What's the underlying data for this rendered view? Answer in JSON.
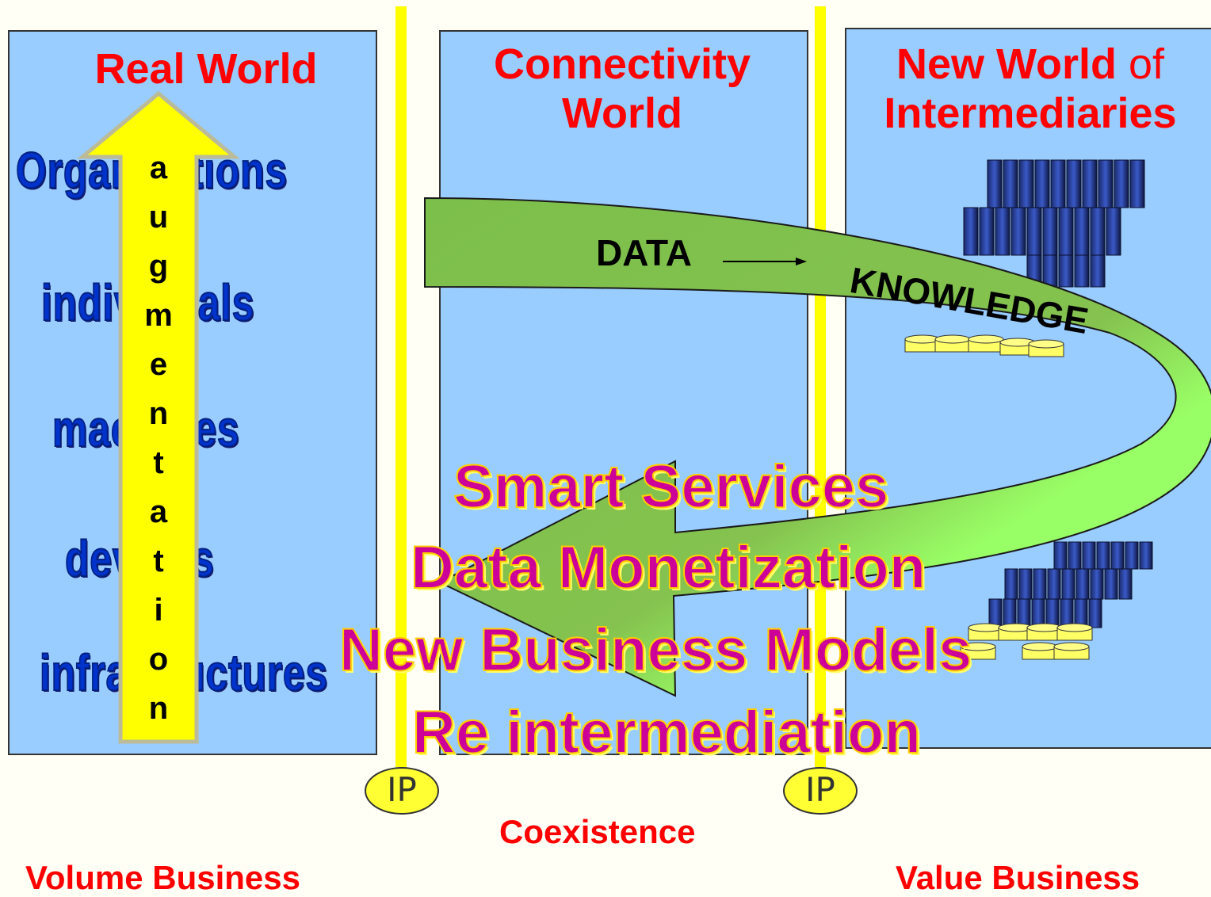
{
  "panels": {
    "real_world": {
      "title": "Real World",
      "entities": [
        "Organizations",
        "individuals",
        "machines",
        "devices",
        "infrastructures"
      ]
    },
    "connectivity": {
      "title_line1": "Connectivity",
      "title_line2": "World"
    },
    "new_world": {
      "title_bold": "New World",
      "title_of": "of",
      "title_line2": "Intermediaries"
    }
  },
  "augmentation": {
    "letters": [
      "a",
      "u",
      "g",
      "m",
      "e",
      "n",
      "t",
      "a",
      "t",
      "i",
      "o",
      "n"
    ]
  },
  "flow": {
    "data_label": "DATA",
    "knowledge_label": "KNOWLEDGE"
  },
  "services": [
    "Smart Services",
    "Data Monetization",
    "New Business Models",
    "Re intermediation"
  ],
  "ip_label": "IP",
  "bottom": {
    "volume": "Volume Business",
    "coexistence": "Coexistence",
    "value": "Value Business"
  },
  "colors": {
    "panel": "#99ccff",
    "title_red": "#ff0000",
    "entity_blue": "#0033cc",
    "services_magenta": "#cc0099",
    "arrow_yellow": "#ffff00",
    "arrow_green_dark": "#7cbf4a",
    "arrow_green_light": "#99ff66"
  }
}
